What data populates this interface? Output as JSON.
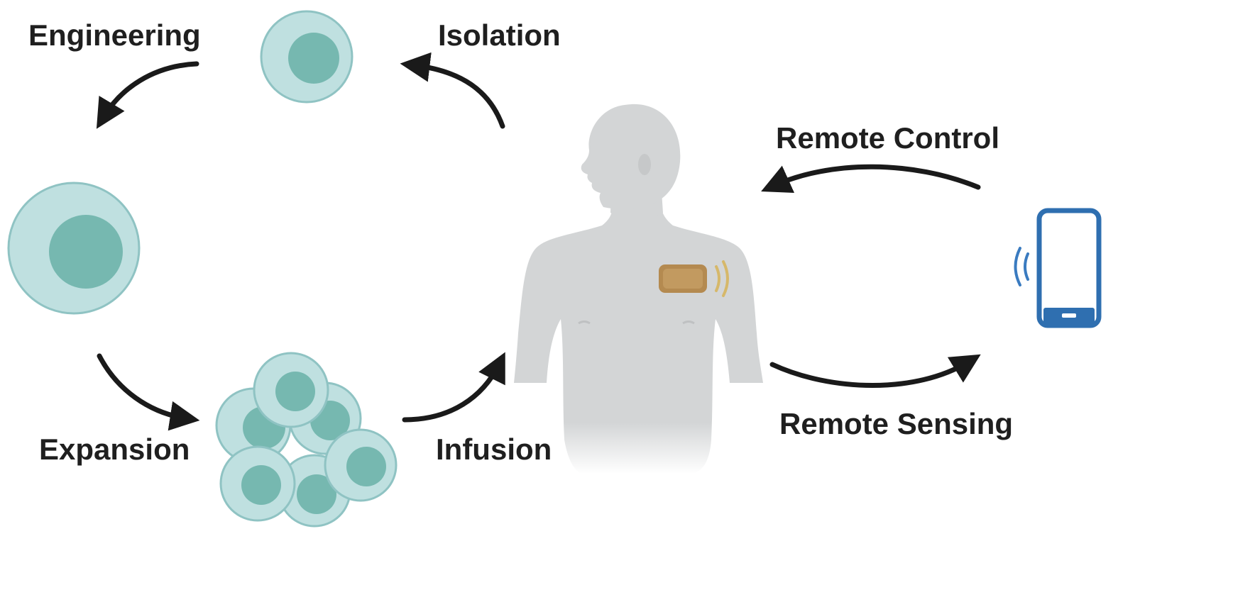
{
  "labels": {
    "engineering": "Engineering",
    "isolation": "Isolation",
    "expansion": "Expansion",
    "infusion": "Infusion",
    "remote_control": "Remote Control",
    "remote_sensing": "Remote Sensing"
  },
  "colors": {
    "cell_membrane": "#bfe0e0",
    "cell_outline": "#8fc3c3",
    "nucleus": "#76b8b0",
    "body": "#d3d5d6",
    "patch": "#b48a50",
    "signal_yellow": "#d6b86a",
    "phone": "#2f6fb0",
    "signal_blue": "#3a7bc0",
    "arrow": "#1a1a1a"
  }
}
